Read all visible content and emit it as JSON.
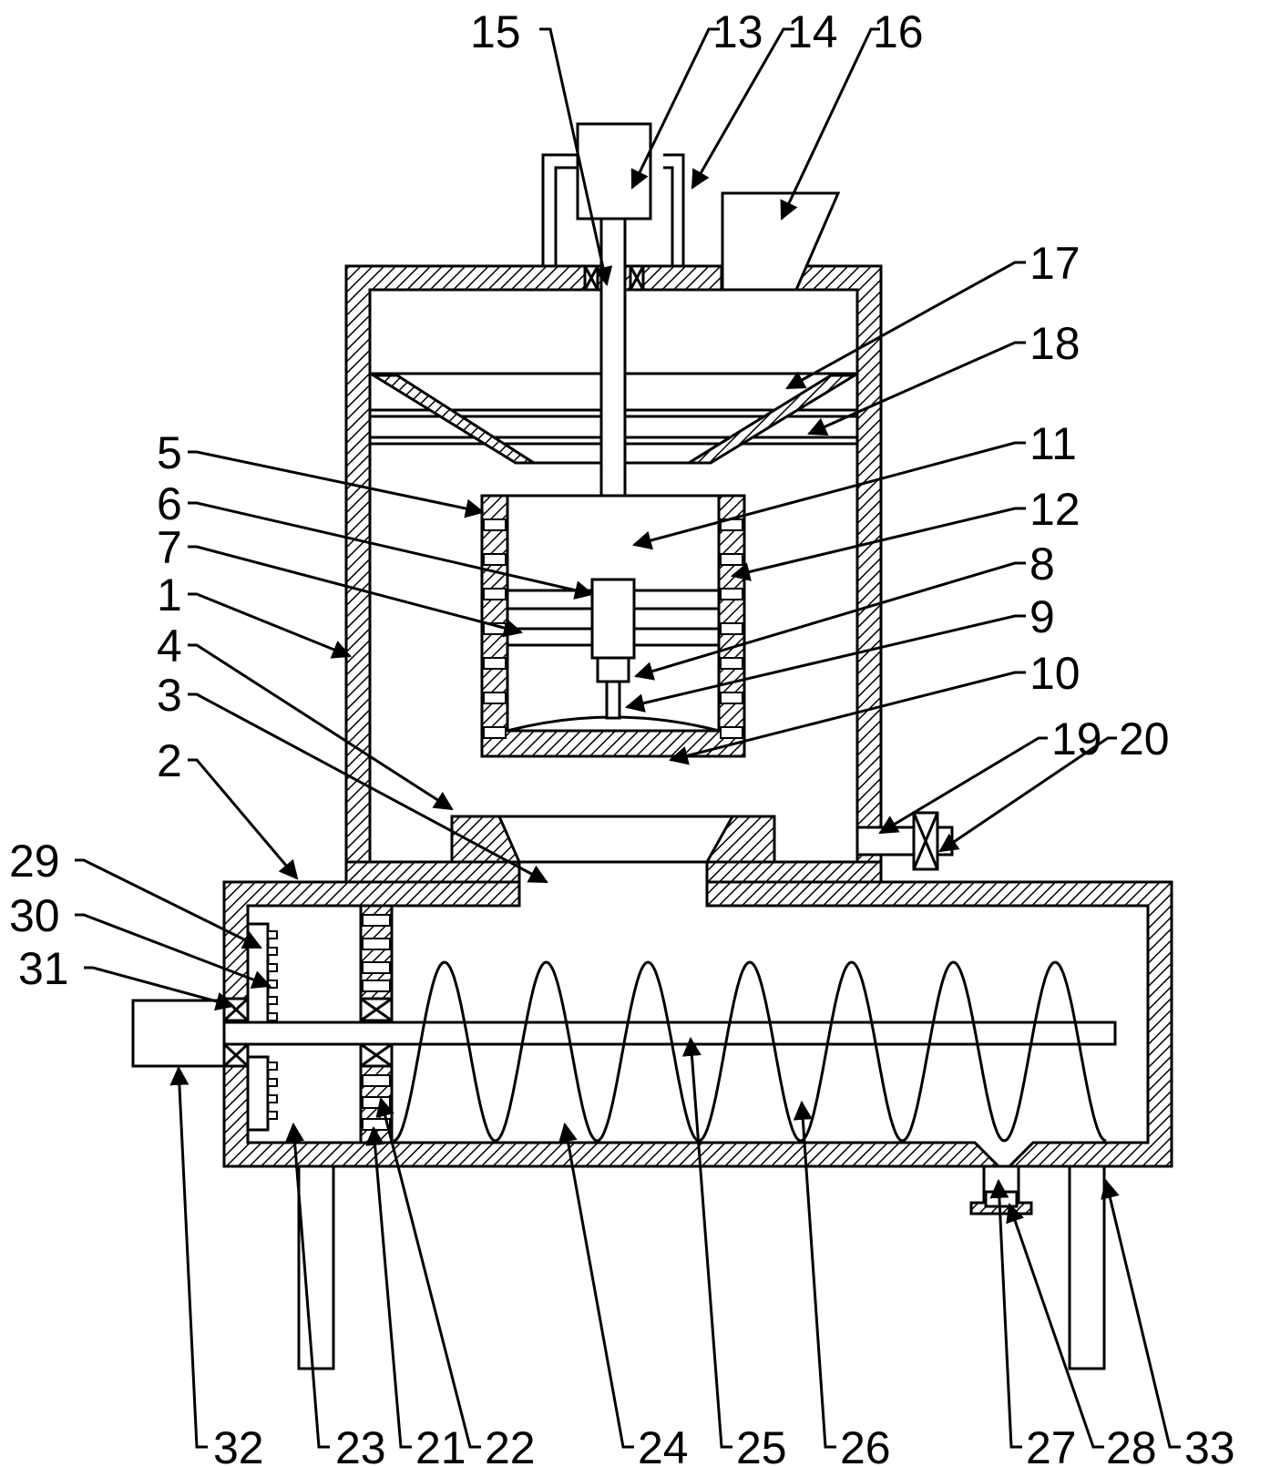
{
  "labels": {
    "n1": "1",
    "n2": "2",
    "n3": "3",
    "n4": "4",
    "n5": "5",
    "n6": "6",
    "n7": "7",
    "n8": "8",
    "n9": "9",
    "n10": "10",
    "n11": "11",
    "n12": "12",
    "n13": "13",
    "n14": "14",
    "n15": "15",
    "n16": "16",
    "n17": "17",
    "n18": "18",
    "n19": "19",
    "n20": "20",
    "n21": "21",
    "n22": "22",
    "n23": "23",
    "n24": "24",
    "n25": "25",
    "n26": "26",
    "n27": "27",
    "n28": "28",
    "n29": "29",
    "n30": "30",
    "n31": "31",
    "n32": "32",
    "n33": "33"
  }
}
